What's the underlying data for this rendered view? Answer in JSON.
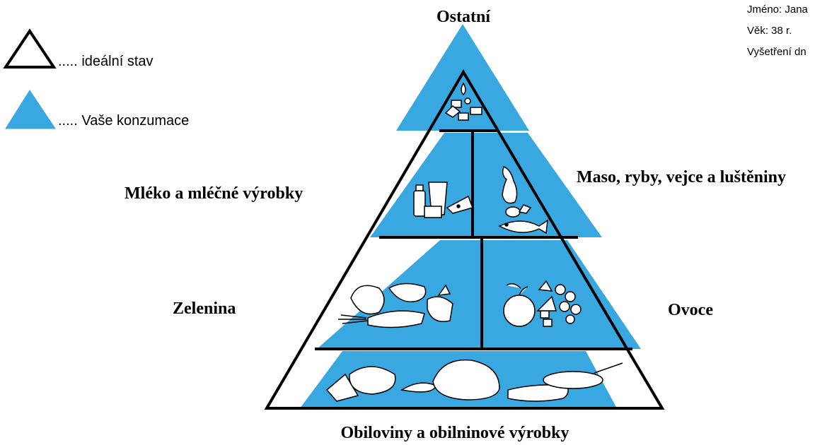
{
  "legend": {
    "ideal_label": "..... ideální stav",
    "consumption_label": "..... Vaše konzumace"
  },
  "patient": {
    "name_line": "Jméno: Jana",
    "age_line": "Věk: 38 r.",
    "exam_line": "Vyšetření dn"
  },
  "groups": {
    "top": "Ostatní",
    "dairy": "Mléko a mléčné výrobky",
    "meat": "Maso, ryby, vejce a luštěniny",
    "vegetables": "Zelenina",
    "fruit": "Ovoce",
    "cereals": "Obiloviny a obilninové výrobky"
  },
  "icons": {
    "top": "sweets-icon",
    "dairy": "milk-products-icon",
    "meat": "meat-fish-icon",
    "vegetables": "vegetables-icon",
    "fruit": "fruit-icon",
    "cereals": "bread-cereals-icon"
  },
  "colors": {
    "consumption_fill": "#3aa8e0",
    "outline": "#000000",
    "background": "#ffffff"
  }
}
